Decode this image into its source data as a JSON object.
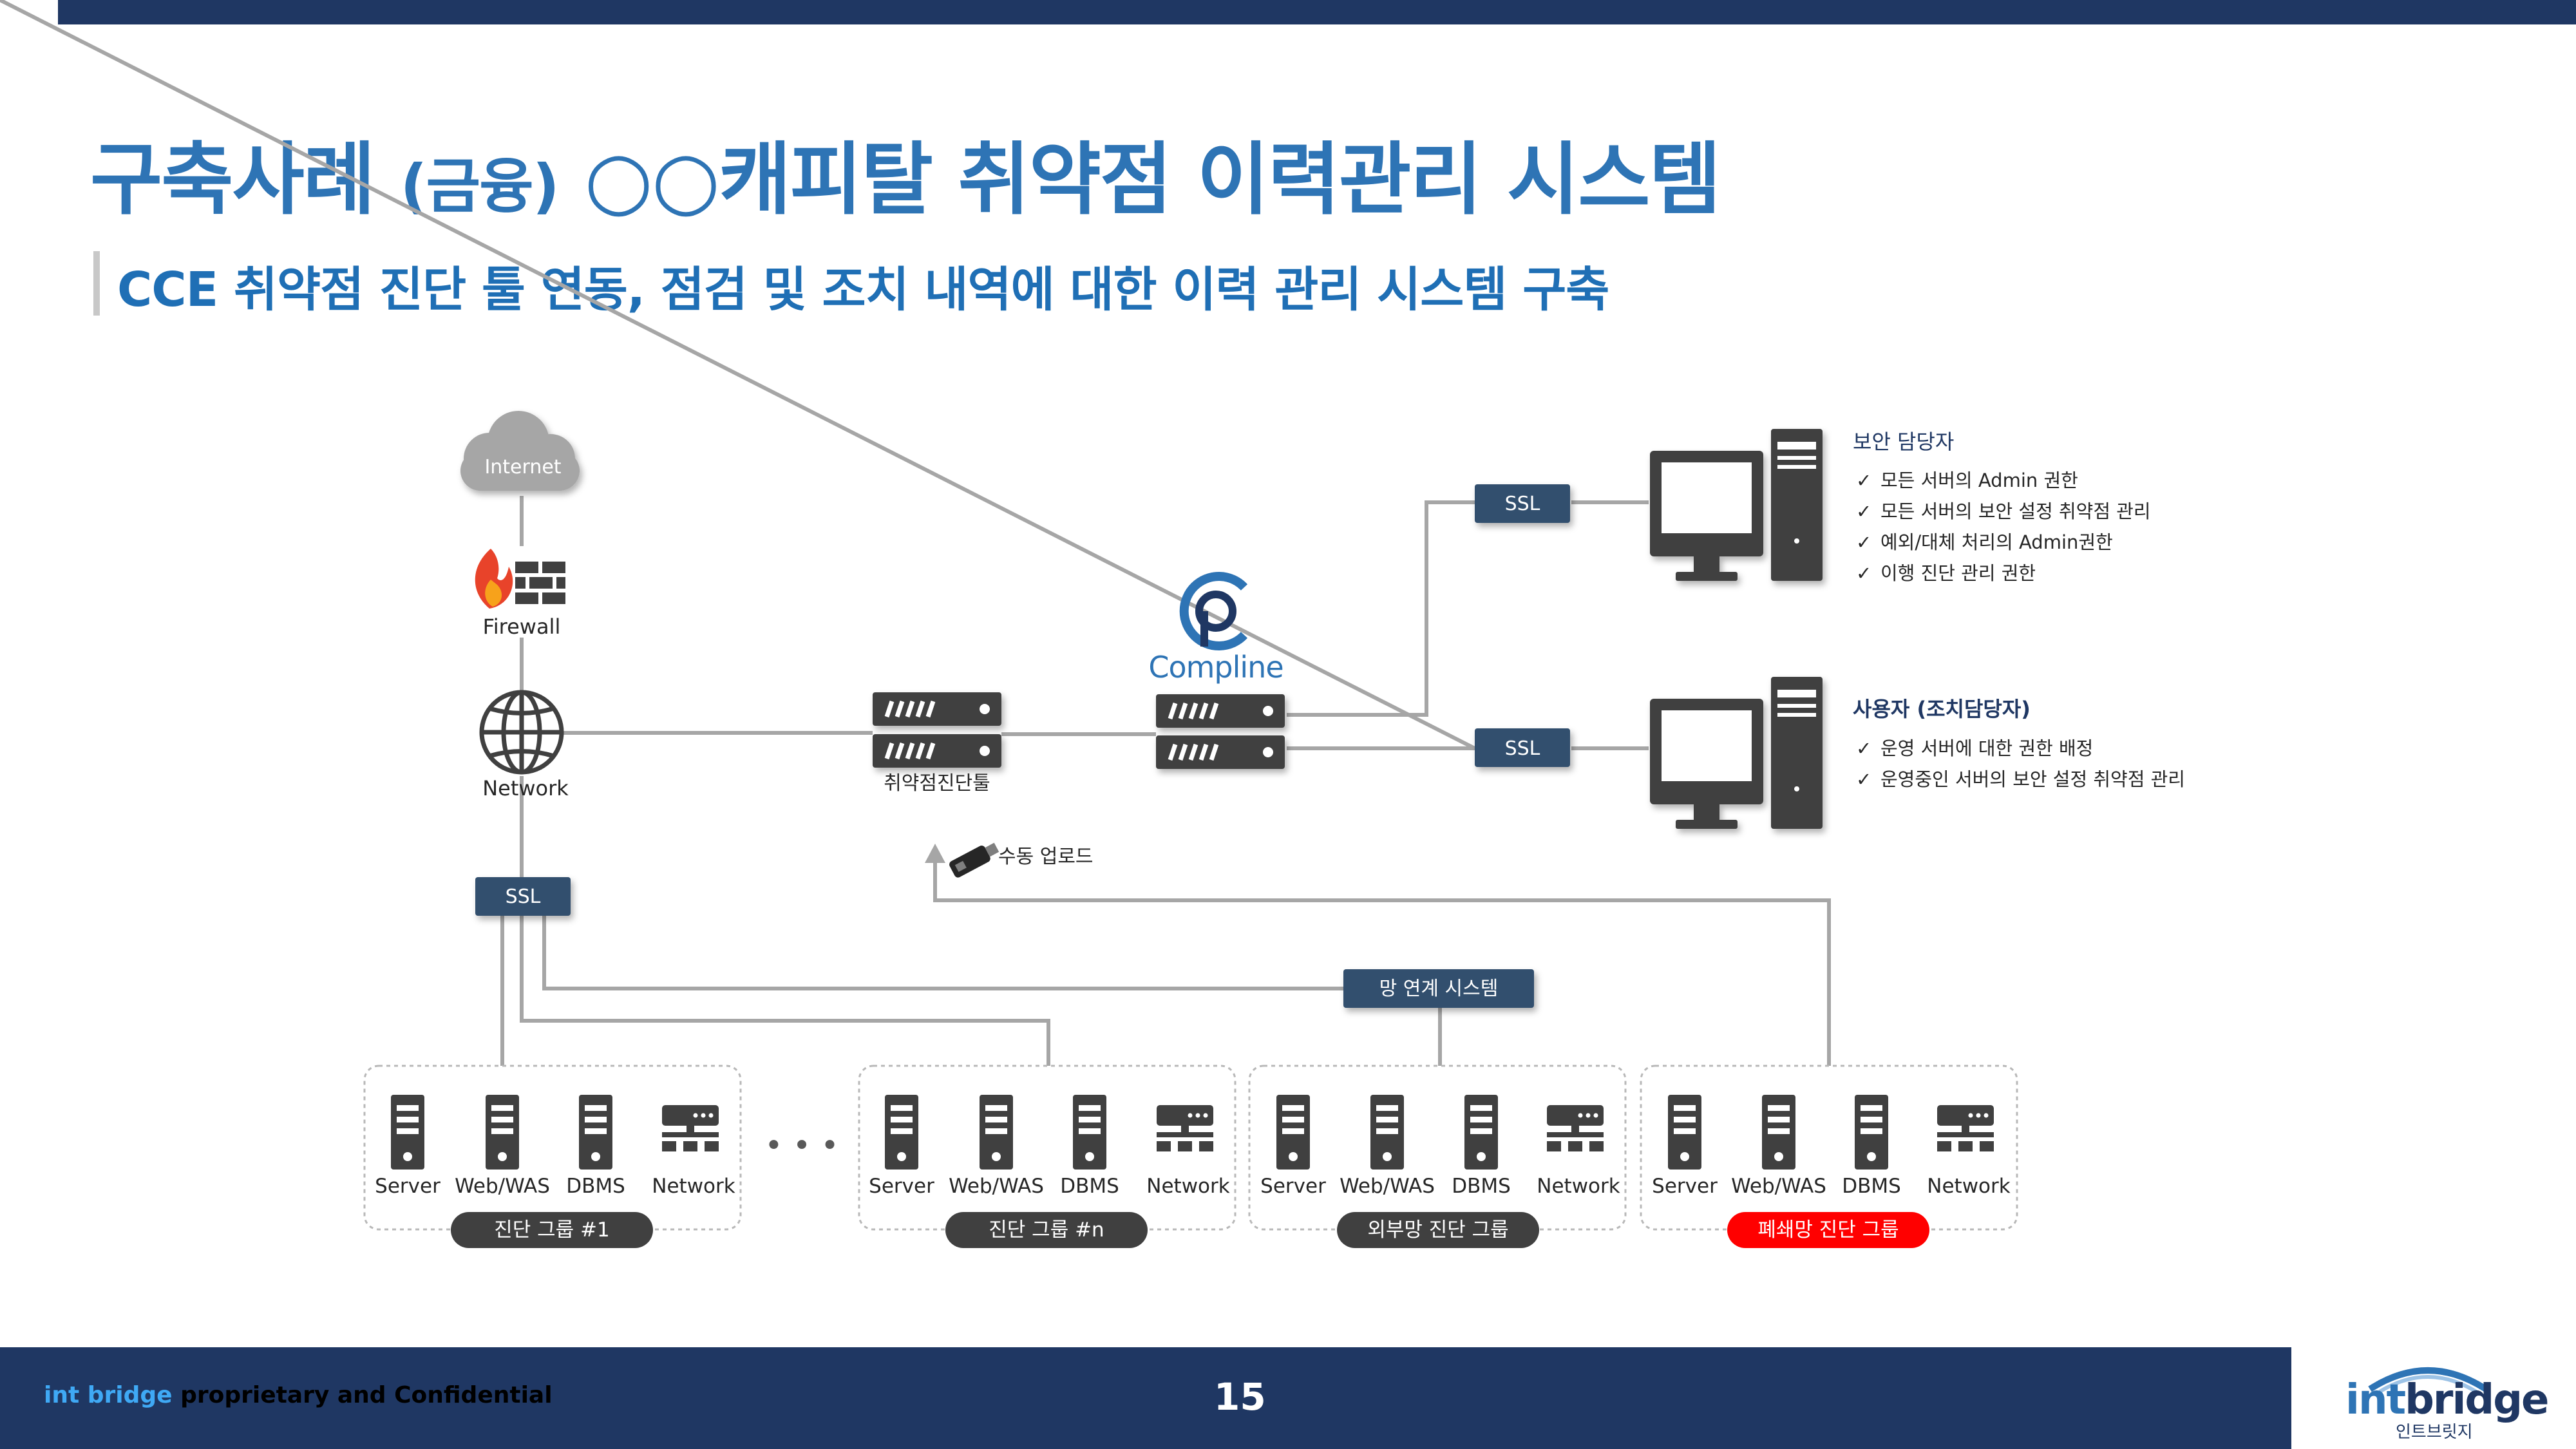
{
  "header": {
    "title_main": "구축사례",
    "title_tag": "(금융)",
    "title_rest": "○○캐피탈 취약점 이력관리 시스템",
    "subtitle": "CCE 취약점 진단 툴 연동, 점검 및 조치 내역에 대한 이력 관리 시스템 구축"
  },
  "diagram": {
    "internet": "Internet",
    "firewall": "Firewall",
    "network": "Network",
    "ssl": "SSL",
    "scanner_label": "취약점진단툴",
    "compline_label": "Compline",
    "manual_upload": "수동 업로드",
    "link_system": "망 연계 시스템",
    "security_manager": {
      "title": "보안 담당자",
      "items": [
        "모든 서버의 Admin 권한",
        "모든 서버의 보안 설정 취약점 관리",
        "예외/대체 처리의 Admin권한",
        "이행 진단 관리 권한"
      ]
    },
    "user": {
      "title": "사용자 (조치담당자)",
      "items": [
        "운영 서버에 대한 권한 배정",
        "운영중인 서버의 보안 설정 취약점 관리"
      ]
    },
    "node_labels": [
      "Server",
      "Web/WAS",
      "DBMS",
      "Network"
    ],
    "groups": [
      {
        "name": "진단 그룹 #1",
        "color": "#404040"
      },
      {
        "name": "진단 그룹 #n",
        "color": "#404040"
      },
      {
        "name": "외부망 진단 그룹",
        "color": "#404040"
      },
      {
        "name": "폐쇄망 진단 그룹",
        "color": "#ff0000"
      }
    ],
    "check": "✓",
    "ellipsis": "• • •"
  },
  "footer": {
    "brand": "int bridge",
    "text": "proprietary and Confidential",
    "page": "15"
  },
  "logo": {
    "int": "int",
    "bridge": "bridge",
    "sub": "인트브릿지"
  },
  "colors": {
    "navy": "#1f3763",
    "title_blue": "#2e74b5",
    "ssl_box": "#33506e",
    "line": "#a6a6a6",
    "icon": "#404040",
    "closed_group": "#ff0000"
  }
}
